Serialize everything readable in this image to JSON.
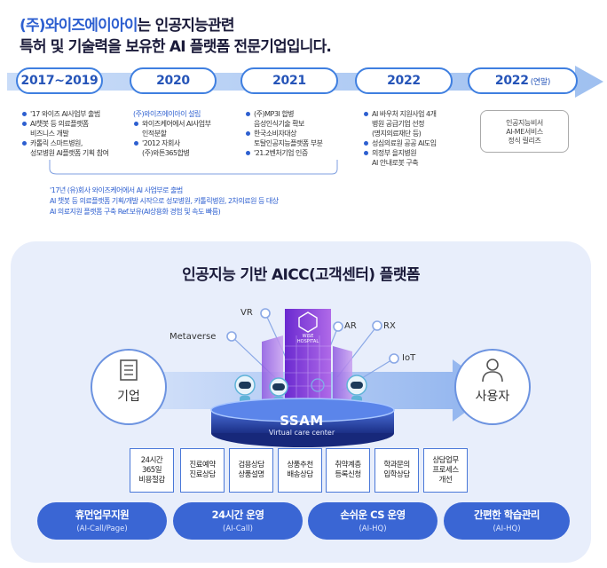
{
  "header": {
    "line1_a": "(주)와이즈에이아이",
    "line1_b": "는 인공지능관련",
    "line2_a": "특허 및 기술력을 보유한",
    "line2_b": "AI 플랫폼 전문기업입니다."
  },
  "timeline": [
    {
      "year": "2017~2019",
      "items": [
        "'17 와이즈 AI사업부 출범",
        "AI챗봇 등 의료플랫폼\n비즈니스 개발",
        "카톨릭 스마트병원,\n성모병원 AI플랫폼 기획 참여"
      ]
    },
    {
      "year": "2020",
      "highlight": "(주)와이즈에이아이 설립",
      "items": [
        "와이즈케어에서 AI사업부\n인적분할",
        "'2012 자회사\n(주)와튼365합병"
      ]
    },
    {
      "year": "2021",
      "items": [
        "(주)MP3I 합병\n음성인식기술 확보",
        "한국소비자대상\n토탈인공지능플랫폼 부분",
        "'21.2벤처기업 인증"
      ]
    },
    {
      "year": "2022",
      "items": [
        "AI 바우처 지원사업 4개\n병원 공급기업 선정\n(명지의료재단 등)",
        "성심의료원 공공 AI도입",
        "의정부 을지병원\nAI 안내로봇 구축"
      ]
    },
    {
      "year": "2022",
      "year_suffix": "(연말)",
      "bubble": [
        "인공지능비서",
        "AI-ME서비스",
        "정식 릴리즈"
      ]
    }
  ],
  "annotation": [
    "'17년  (유)회사 와이즈케어에서 AI 사업부로 출범",
    "AI 챗봇 등 의료플랫폼 기획/개발 시작으로 성모병원, 카톨릭병원, 2차의료원 등 대상",
    "AI 의료지원 플랫폼 구축 Ref.보유(AI상용화 경험 및 속도 빠름)"
  ],
  "platform": {
    "title": "인공지능 기반 AICC(고객센터) 플랫폼",
    "left_label": "기업",
    "right_label": "사용자",
    "nodes": [
      "VR",
      "Metaverse",
      "AR",
      "RX",
      "IoT"
    ],
    "building_sign": "WISE\nHOSPITAL",
    "ssam_title": "SSAM",
    "ssam_subtitle": "Virtual care center",
    "features": [
      "24시간\n365일\n비용절감",
      "진료예약\n진료상담",
      "검용상담\n상품설명",
      "상품추천\n배송상담",
      "취약계층\n등록신청",
      "학과문의\n입학상담",
      "상담업무\n프로세스\n개선"
    ],
    "pills": [
      {
        "title": "휴먼업무지원",
        "sub": "(AI-Call/Page)"
      },
      {
        "title": "24시간 운영",
        "sub": "(AI-Call)"
      },
      {
        "title": "손쉬운 CS 운영",
        "sub": "(AI-HQ)"
      },
      {
        "title": "간편한 학습관리",
        "sub": "(AI-HQ)"
      }
    ]
  },
  "colors": {
    "accent": "#3a66d4",
    "timeline_arrow": "#a9c6f3",
    "panel_bg": "#e8eefb",
    "building": "#8b3fd9"
  }
}
